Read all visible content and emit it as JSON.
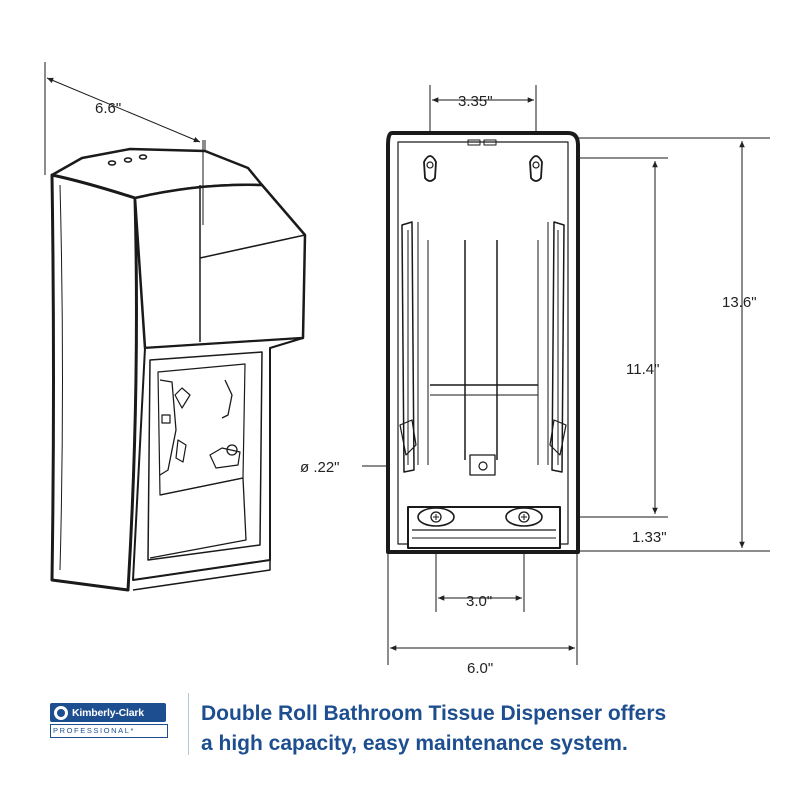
{
  "dimensions": {
    "depth": "6.6\"",
    "mount_hole_spacing": "3.35\"",
    "height": "13.6\"",
    "mount_height": "11.4\"",
    "hole_diameter": "ø .22\"",
    "lower_offset": "1.33\"",
    "lower_hole_spacing": "3.0\"",
    "width": "6.0\""
  },
  "brand": {
    "name": "Kimberly-Clark",
    "sub": "PROFESSIONAL*"
  },
  "description": {
    "line1": "Double Roll Bathroom Tissue Dispenser offers",
    "line2": "a high capacity, easy maintenance system."
  },
  "colors": {
    "line": "#1a1a1a",
    "brand_blue": "#1d4e8f"
  }
}
